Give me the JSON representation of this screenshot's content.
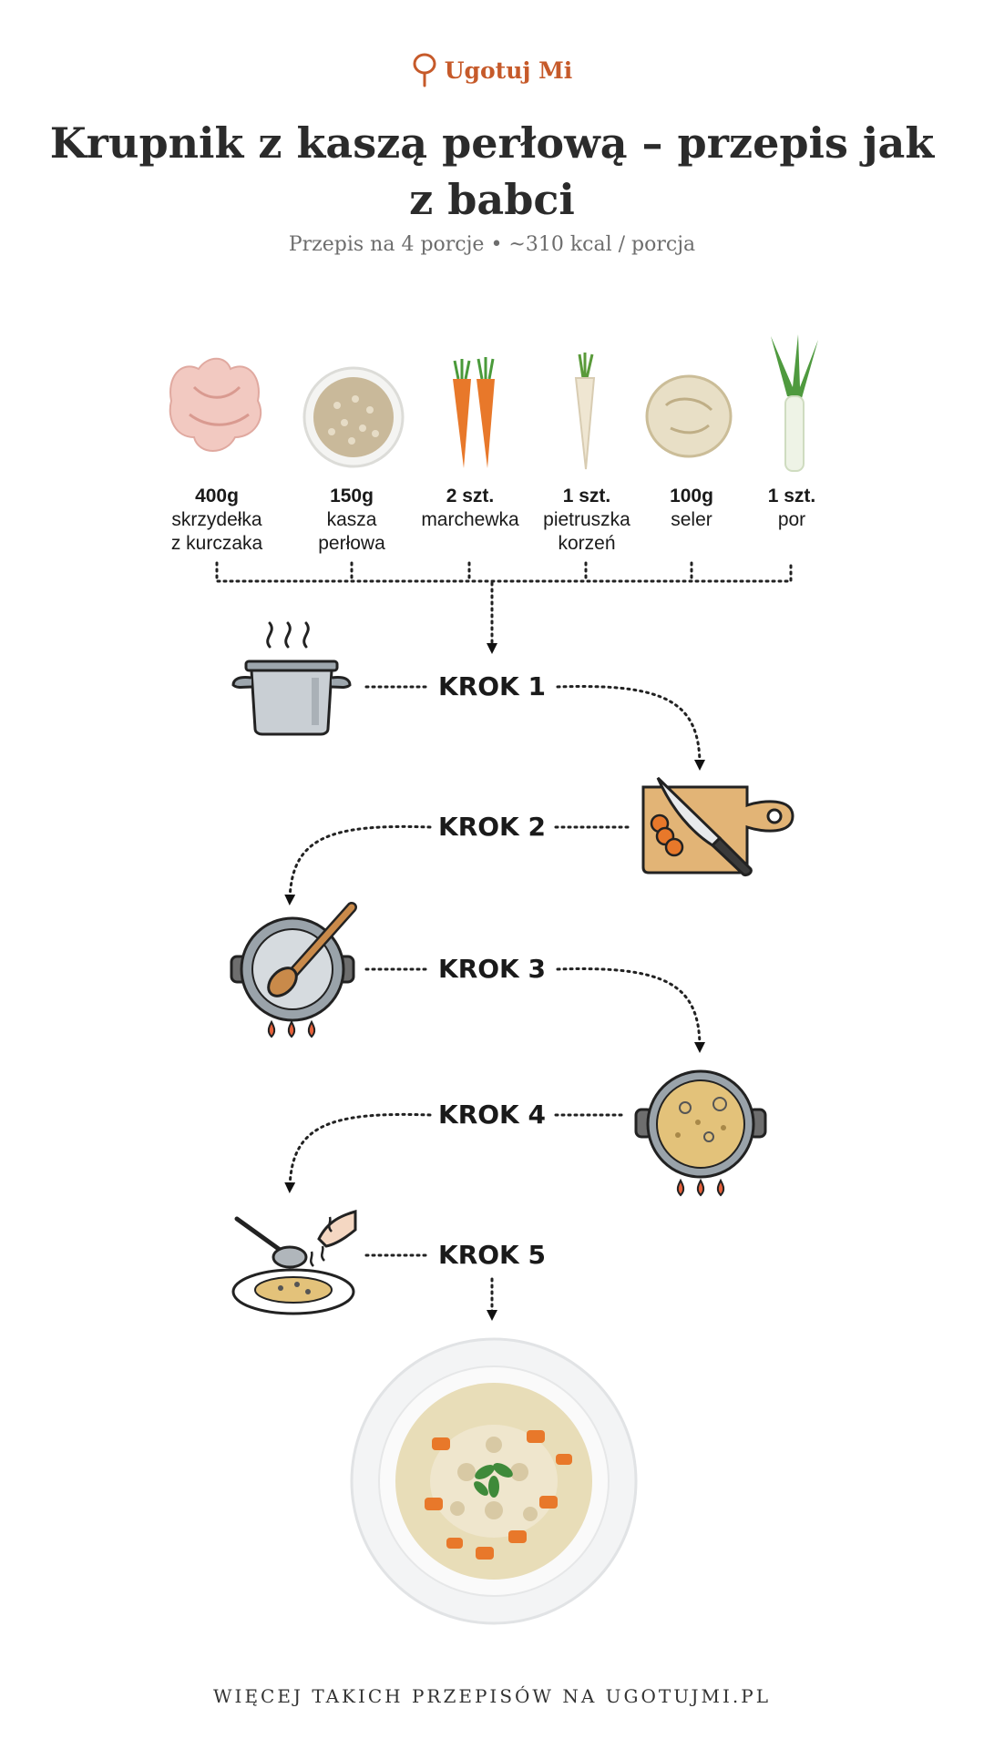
{
  "brand": {
    "name": "Ugotuj Mi",
    "logo_icon": "spoon-icon",
    "color": "#c65a2a"
  },
  "title": "Krupnik z kaszą perłową – przepis jak z babci",
  "subtitle": "Przepis na 4 porcje • ~310 kcal / porcja",
  "ingredients": [
    {
      "amount": "400g",
      "name_line1": "skrzydełka",
      "name_line2": "z kurczaka",
      "icon": "chicken-wings-icon"
    },
    {
      "amount": "150g",
      "name_line1": "kasza",
      "name_line2": "perłowa",
      "icon": "pearl-barley-icon"
    },
    {
      "amount": "2 szt.",
      "name_line1": "marchewka",
      "name_line2": "",
      "icon": "carrot-icon"
    },
    {
      "amount": "1 szt.",
      "name_line1": "pietruszka",
      "name_line2": "korzeń",
      "icon": "parsley-root-icon"
    },
    {
      "amount": "100g",
      "name_line1": "seler",
      "name_line2": "",
      "icon": "celery-root-icon"
    },
    {
      "amount": "1 szt.",
      "name_line1": "por",
      "name_line2": "",
      "icon": "leek-icon"
    }
  ],
  "steps": [
    {
      "label": "KROK 1",
      "icon": "steaming-pot-icon"
    },
    {
      "label": "KROK 2",
      "icon": "cutting-board-knife-icon"
    },
    {
      "label": "KROK 3",
      "icon": "stirring-pot-icon"
    },
    {
      "label": "KROK 4",
      "icon": "simmering-pot-icon"
    },
    {
      "label": "KROK 5",
      "icon": "serving-plate-icon"
    }
  ],
  "final_dish_icon": "soup-bowl-icon",
  "footer": "WIĘCEJ TAKICH PRZEPISÓW NA UGOTUJMI.PL"
}
